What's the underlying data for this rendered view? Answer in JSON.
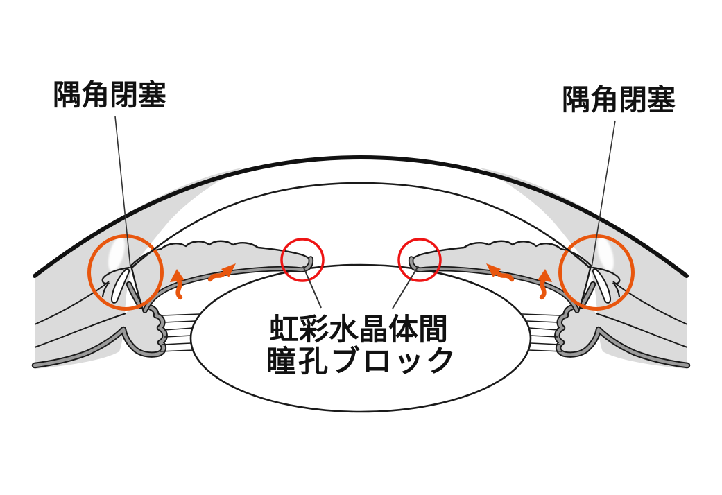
{
  "figure": {
    "type": "medical-eye-cross-section-diagram",
    "background": "#ffffff",
    "labels": {
      "left_angle": "隅角閉塞",
      "right_angle": "隅角閉塞",
      "center_line1": "虹彩水晶体間",
      "center_line2": "瞳孔ブロック"
    },
    "colors": {
      "highlight_orange": "#e8560e",
      "highlight_red": "#ee1414",
      "tissue_gray": "#dbdbdb",
      "pigment_gray": "#9a9a9a",
      "outline_black": "#1a1a1a",
      "background_white": "#ffffff"
    },
    "annotations": {
      "angle_circles": 2,
      "pupil_block_circles": 2,
      "flow_arrows": 4
    }
  }
}
